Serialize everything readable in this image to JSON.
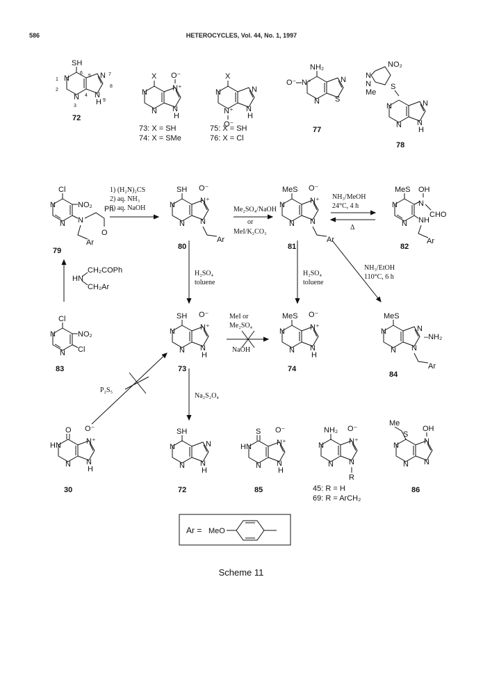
{
  "header": {
    "page_number": "586",
    "journal": "HETEROCYCLES, Vol. 44, No. 1, 1997"
  },
  "atoms": {
    "N": "N",
    "H": "H",
    "S": "S",
    "O": "O",
    "R": "R",
    "Ph": "Ph",
    "Ar": "Ar",
    "Cl": "Cl",
    "Me": "Me",
    "X": "X",
    "SH": "SH",
    "MeS": "MeS",
    "NH2": "NH₂",
    "NO2": "NO₂",
    "NH": "NH",
    "OH": "OH",
    "CHO": "CHO",
    "HN": "HN",
    "Ominus": "O⁻",
    "Nplus": "N⁺",
    "NH_minus_NH2": "–NH₂",
    "CH2COPh": "CH₂COPh",
    "CH2Ar": "CH₂Ar",
    "MeO": "MeO"
  },
  "numbering": [
    "1",
    "2",
    "3",
    "4",
    "5",
    "6",
    "7",
    "8",
    "9"
  ],
  "compounds": {
    "c72": "72",
    "c73": "73",
    "c74": "74",
    "c75": "75",
    "c76": "76",
    "c77": "77",
    "c78": "78",
    "c79": "79",
    "c80": "80",
    "c81": "81",
    "c82": "82",
    "c83": "83",
    "c84": "84",
    "c30": "30",
    "c85": "85",
    "c86": "86",
    "c45": "45",
    "c69": "69"
  },
  "legends": {
    "c73_label": "73: X = SH",
    "c74_label": "74: X = SMe",
    "c75_label": "75: X = SH",
    "c76_label": "76: X = Cl",
    "c45_label": "45: R = H",
    "c69_label": "69: R = ArCH₂",
    "ar_def_lhs": "Ar = ",
    "ar_def_meo": "MeO"
  },
  "reagents": {
    "r79_80": [
      "1) (H₂N)₂CS",
      "2) aq. NH₃",
      "3) aq. NaOH"
    ],
    "r80_81_top": "Me₂SO₄/NaOH",
    "r80_81_mid": "or",
    "r80_81_bot": "MeI/K₂CO₃",
    "r81_82_top": "NH₃/MeOH",
    "r81_82_bot": "24°C, 4 h",
    "r82_81": "Δ",
    "r80_73_a": "H₂SO₄",
    "r80_73_b": "toluene",
    "r81_74_a": "H₂SO₄",
    "r81_74_b": "toluene",
    "r81_84_a": "NH₃/EtOH",
    "r81_84_b": "110°C, 6 h",
    "r73_74_a": "MeI or",
    "r73_74_b": "Me₂SO₄",
    "r73_74_c": "NaOH",
    "r30_73": "P₂S₅",
    "r73_72": "Na₂S₂O₄"
  },
  "caption": "Scheme 11"
}
